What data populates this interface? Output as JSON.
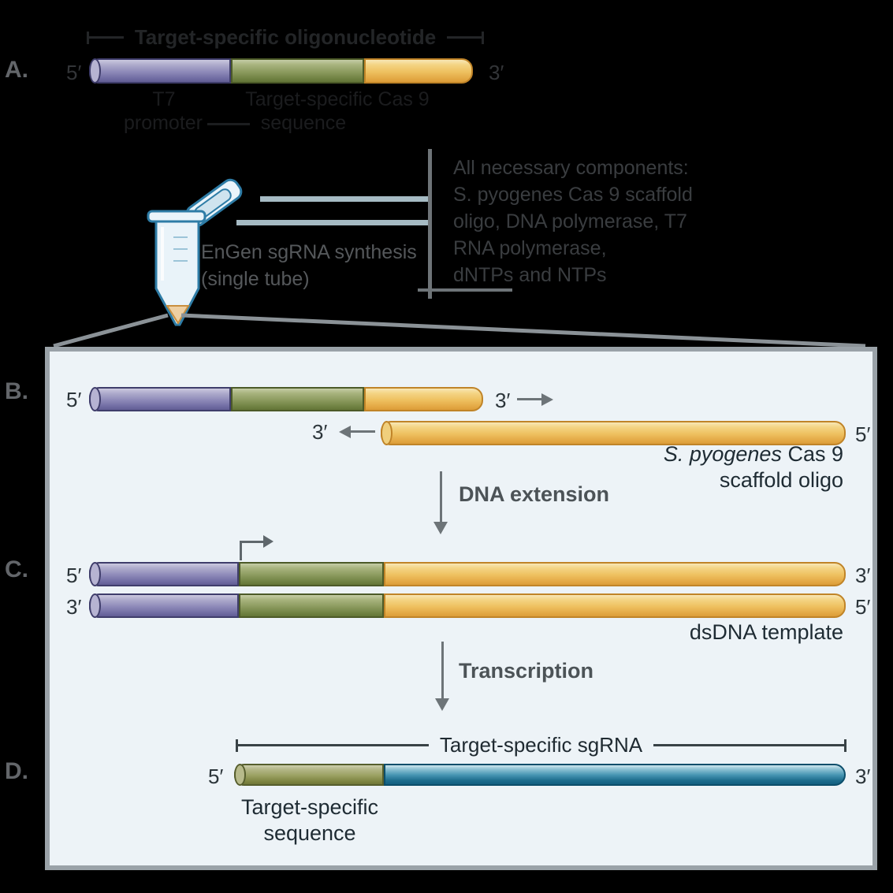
{
  "figure": {
    "type": "sgRNA synthesis workflow diagram",
    "background_color": "#000000",
    "colors": {
      "t7_promoter_purple": "#8d89b8",
      "target_sequence_green": "#8b9a5e",
      "scaffold_overlap_gold": "#eec05f",
      "sgrna_teal": "#2f7e9d",
      "sgrna_olive": "#9aa061",
      "reaction_box_bg": "#edf3f7",
      "reaction_box_border": "#9aa2a8",
      "arrow_gray": "#6d7478",
      "connector_blue_gray": "#a6bbc4"
    }
  },
  "prime": {
    "five": "5′",
    "three": "3′"
  },
  "panel_a": {
    "letter": "A.",
    "bracket_label": "Target-specific oligonucleotide",
    "t7_label": "T7",
    "promoter_label": "promoter",
    "target_label": "Target-specific Cas 9",
    "sequence_label": "sequence"
  },
  "tube_section": {
    "mix_label_line1": "EnGen sgRNA synthesis",
    "mix_label_line2": "(single tube)",
    "components": {
      "lines": [
        "All necessary components:",
        "S. pyogenes Cas 9 scaffold",
        "oligo, DNA polymerase, T7",
        "RNA polymerase,",
        "dNTPs and NTPs"
      ]
    }
  },
  "panel_b": {
    "letter": "B.",
    "scaffold_label_italic": "S. pyogenes",
    "scaffold_label_rest": "Cas 9",
    "scaffold_label_line2": "scaffold oligo",
    "step_label": "DNA extension"
  },
  "panel_c": {
    "letter": "C.",
    "template_label": "dsDNA template",
    "step_label": "Transcription"
  },
  "panel_d": {
    "letter": "D.",
    "bracket_label": "Target-specific sgRNA",
    "seq_label_line1": "Target-specific",
    "seq_label_line2": "sequence"
  }
}
